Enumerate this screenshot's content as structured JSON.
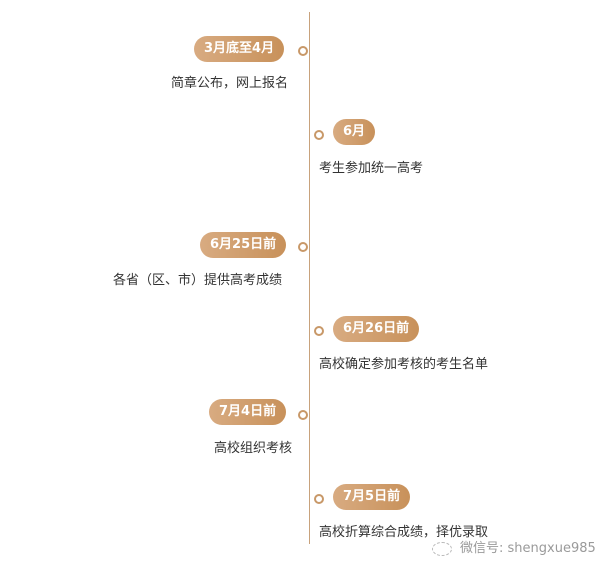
{
  "timeline": {
    "line_color": "#c8a27c",
    "badge_gradient": [
      "#d8ab81",
      "#c8915a"
    ],
    "events": [
      {
        "side": "left",
        "date": "3月底至4月",
        "description": "简章公布，网上报名"
      },
      {
        "side": "right",
        "date": "6月",
        "description": "考生参加统一高考"
      },
      {
        "side": "left",
        "date": "6月25日前",
        "description": "各省（区、市）提供高考成绩"
      },
      {
        "side": "right",
        "date": "6月26日前",
        "description": "高校确定参加考核的考生名单"
      },
      {
        "side": "left",
        "date": "7月4日前",
        "description": "高校组织考核"
      },
      {
        "side": "right",
        "date": "7月5日前",
        "description": "高校折算综合成绩，择优录取"
      }
    ]
  },
  "watermark": {
    "icon": "wechat-icon",
    "text": "微信号: shengxue985"
  }
}
